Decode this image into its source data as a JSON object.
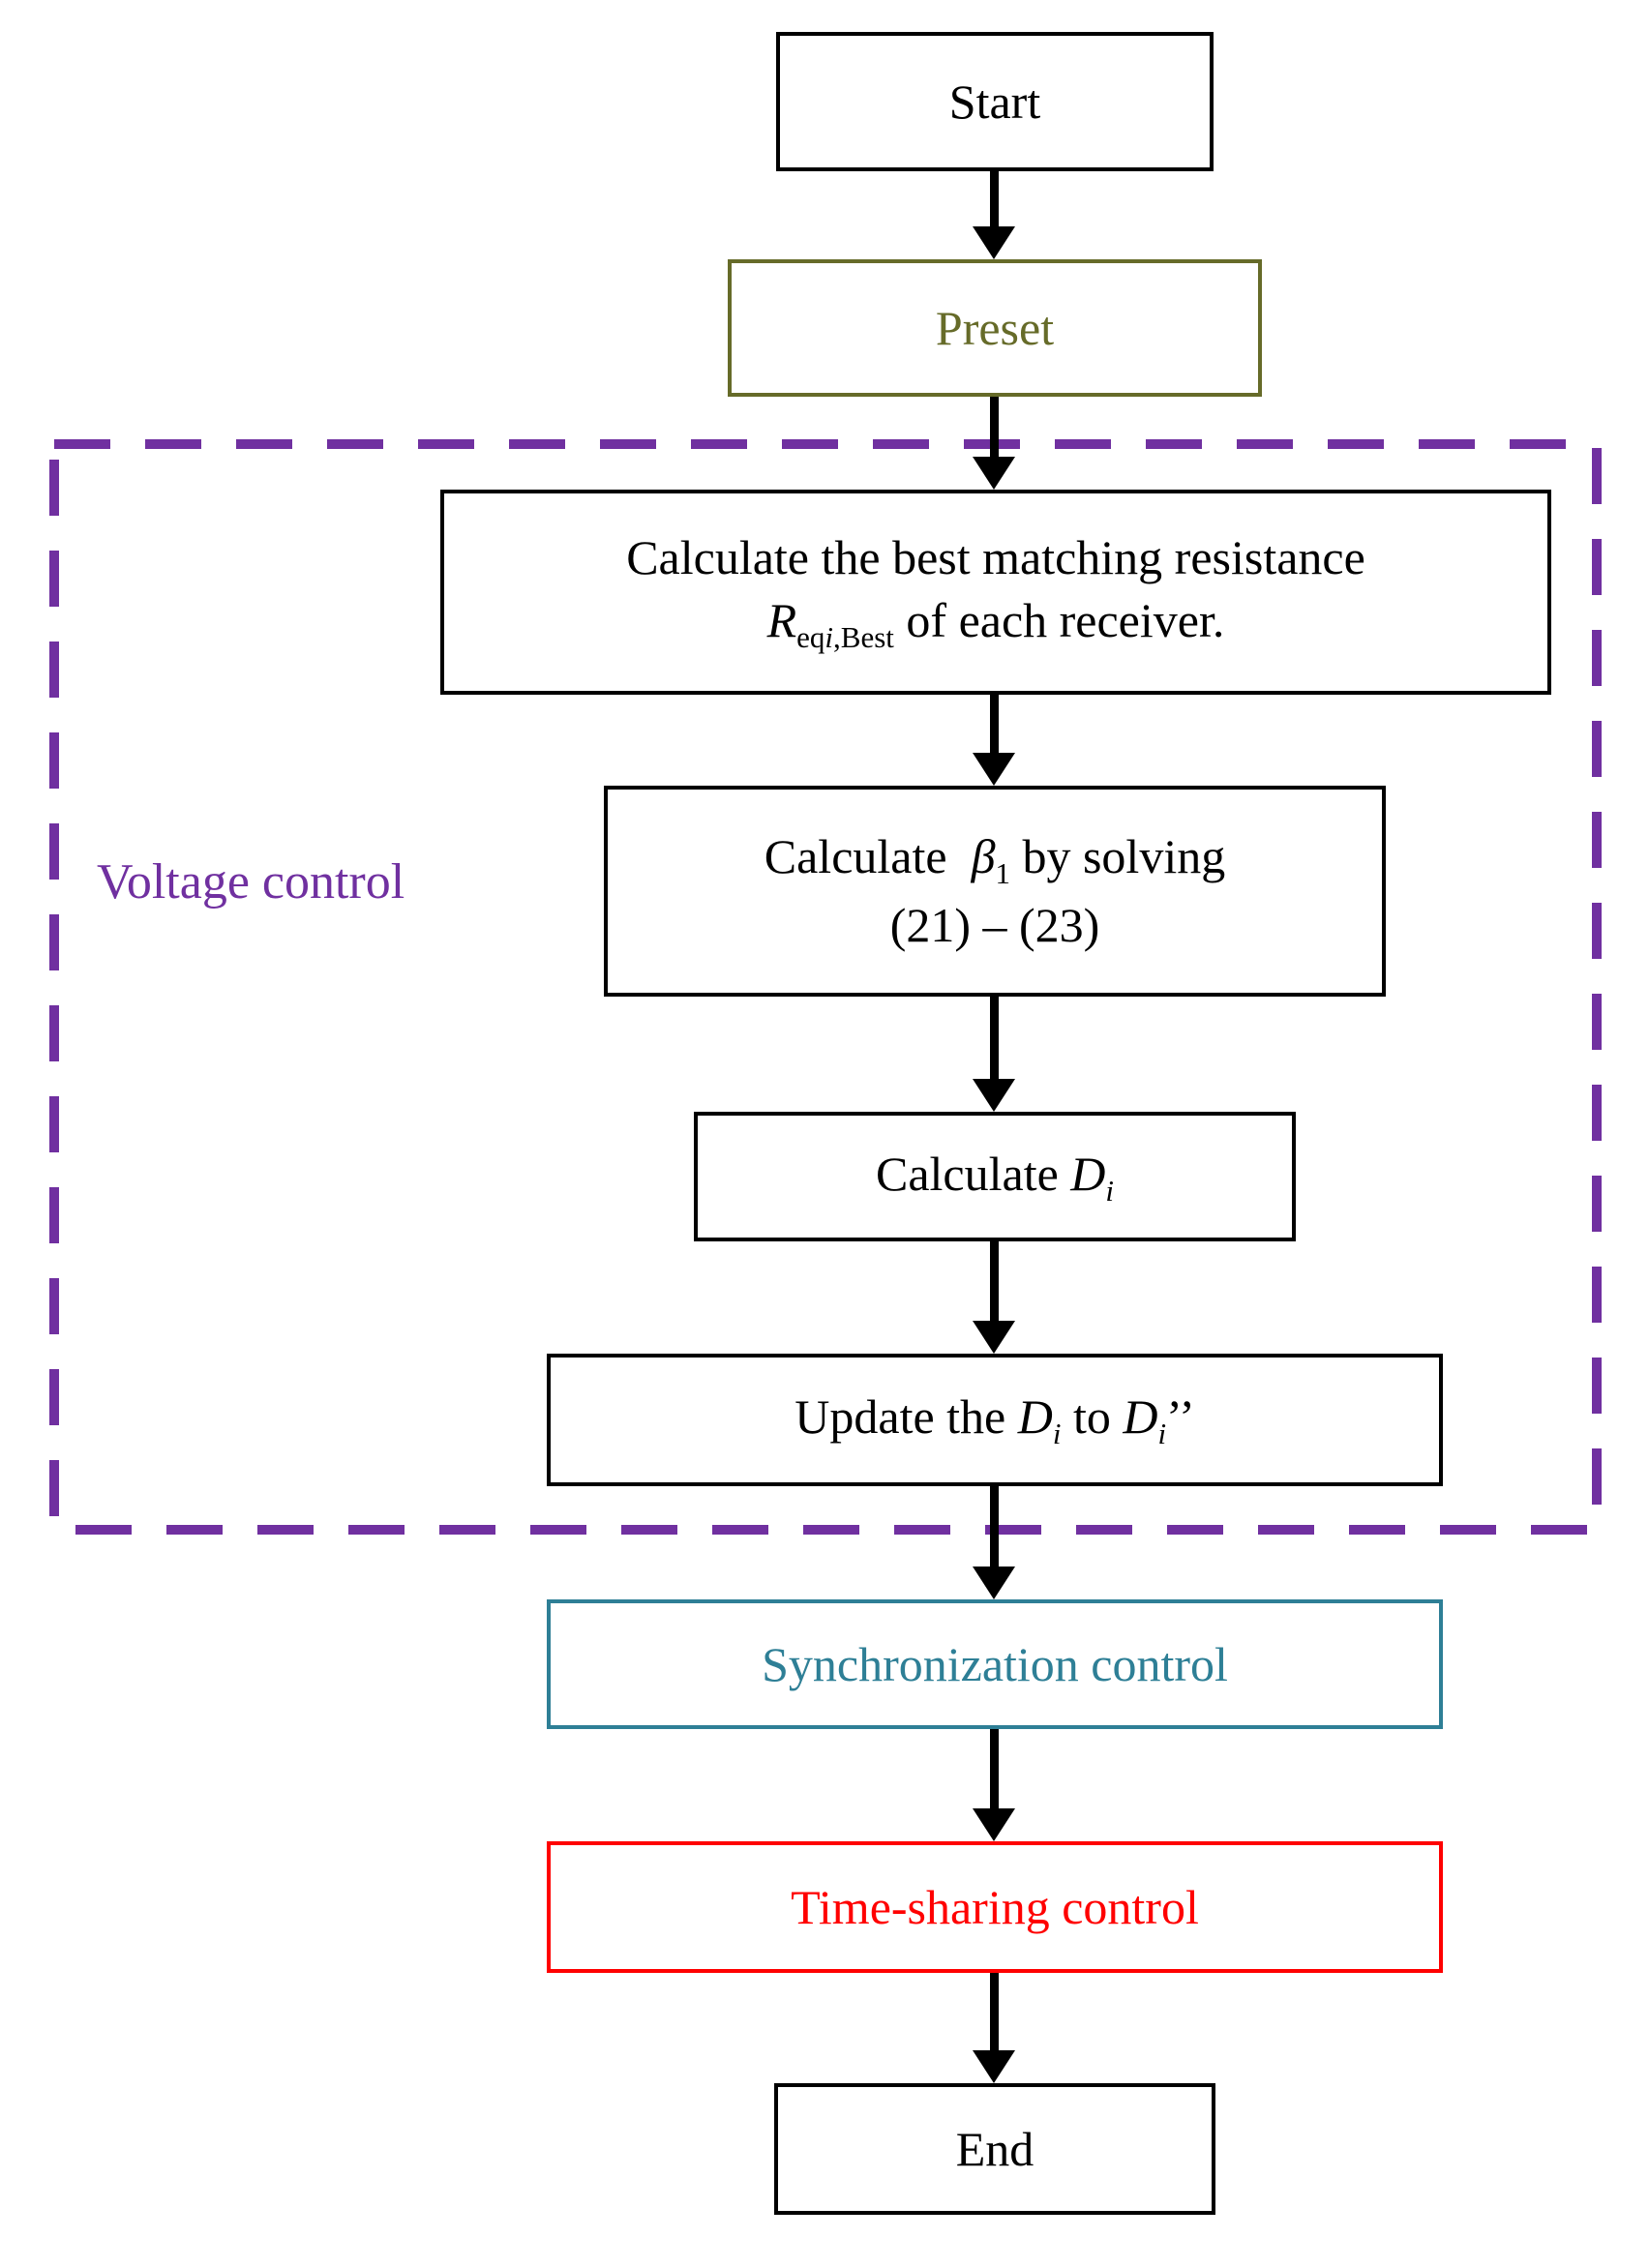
{
  "colors": {
    "flow_outline": "#000000",
    "preset": "#666b29",
    "voltage_control": "#7030a0",
    "synchronization": "#2e7f96",
    "time_sharing": "#ff0000"
  },
  "labels": {
    "voltage_control": "Voltage control"
  },
  "nodes": {
    "start": {
      "label": "Start"
    },
    "preset": {
      "label": "Preset"
    },
    "calc_resistance": {
      "line1": "Calculate the best matching resistance",
      "var": "R",
      "sub_roman1": "eq",
      "sub_italic": "i",
      "sub_roman2": ",Best",
      "rest": " of each receiver."
    },
    "calc_beta": {
      "prefix": "Calculate ",
      "var": "β",
      "sub": "1",
      "suffix": " by solving",
      "line2": "(21) – (23)"
    },
    "calc_d": {
      "prefix": "Calculate ",
      "var": "D",
      "sub": "i"
    },
    "update_d": {
      "prefix": "Update the ",
      "var1": "D",
      "sub1": "i",
      "middle": " to ",
      "var2": "D",
      "sub2": "i",
      "suffix": "’’"
    },
    "synchronization": {
      "label": "Synchronization control"
    },
    "time_sharing": {
      "label": "Time-sharing control"
    },
    "end": {
      "label": "End"
    }
  }
}
